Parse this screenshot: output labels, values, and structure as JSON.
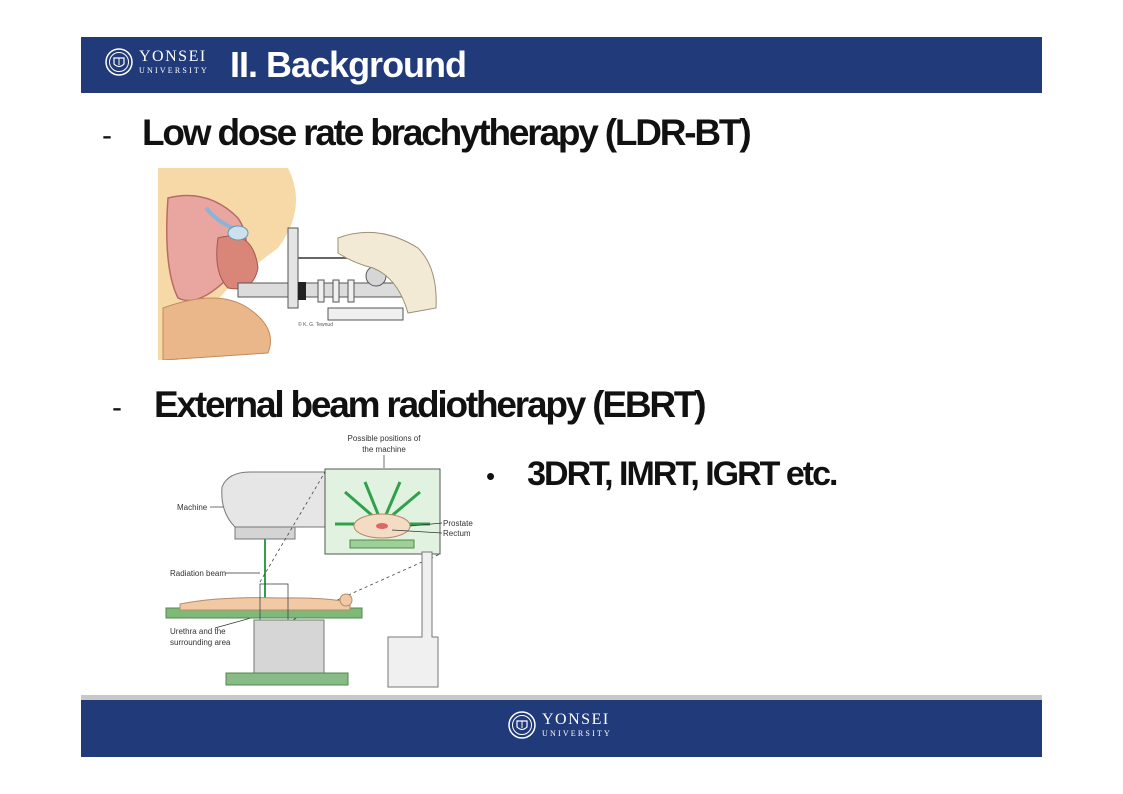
{
  "header": {
    "logo_main": "YONSEI",
    "logo_sub": "UNIVERSITY",
    "title": "II. Background"
  },
  "section1": {
    "marker": "-",
    "heading": "Low dose rate brachytherapy (LDR-BT)",
    "figure": {
      "credit": "© K. G. Tewnud"
    }
  },
  "section2": {
    "marker": "-",
    "heading": "External beam radiotherapy (EBRT)",
    "bullet_marker": "•",
    "bullet_text": "3DRT, IMRT, IGRT etc.",
    "figure": {
      "label_positions_1": "Possible positions of",
      "label_positions_2": "the machine",
      "label_machine": "Machine",
      "label_beam": "Radiation beam",
      "label_urethra_1": "Urethra and the",
      "label_urethra_2": "surrounding area",
      "label_prostate": "Prostate",
      "label_rectum": "Rectum"
    }
  },
  "footer": {
    "logo_main": "YONSEI",
    "logo_sub": "UNIVERSITY"
  },
  "colors": {
    "band": "#203a7a",
    "divider": "#c8c8c8",
    "beam_green": "#2ea14a"
  }
}
